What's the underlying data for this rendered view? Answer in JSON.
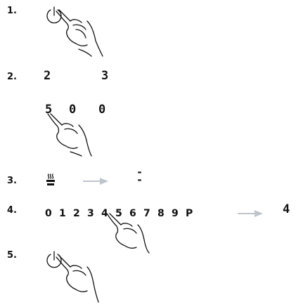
{
  "steps": [
    {
      "number": "1."
    },
    {
      "number": "2."
    },
    {
      "number": "3."
    },
    {
      "number": "4."
    },
    {
      "number": "5."
    }
  ],
  "step2": {
    "top_left_digit": "2",
    "top_right_digit": "3",
    "timer_digits": [
      "5",
      "0",
      "0"
    ]
  },
  "step3": {
    "result_symbol": "-\n-"
  },
  "step4": {
    "scale": [
      "0",
      "1",
      "2",
      "3",
      "4",
      "5",
      "6",
      "7",
      "8",
      "9",
      "P"
    ],
    "result_digit": "4"
  },
  "icons": {
    "power": "power-icon",
    "hand": "pointing-hand-icon",
    "heat": "heat-symbol-icon",
    "arrow": "right-arrow-icon"
  },
  "colors": {
    "arrow": "#bfc5cc",
    "ink": "#111111"
  }
}
